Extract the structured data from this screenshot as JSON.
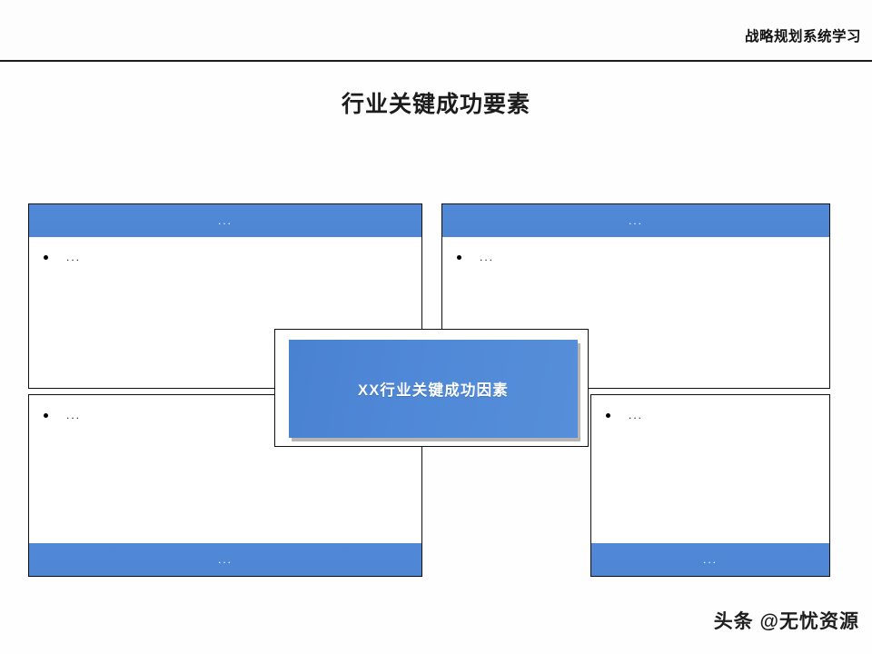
{
  "header": {
    "title": "战略规划系统学习"
  },
  "slide": {
    "title": "行业关键成功要素",
    "center_box": {
      "label": "XX行业关键成功因素",
      "fill_color": "#5089d7",
      "text_color": "#ffffff"
    },
    "panels": [
      {
        "id": "top-left",
        "bar_position": "top",
        "bar_label": "...",
        "bar_color": "#5189d8",
        "bullets": [
          "..."
        ]
      },
      {
        "id": "top-right",
        "bar_position": "top",
        "bar_label": "...",
        "bar_color": "#5189d8",
        "bullets": [
          "..."
        ]
      },
      {
        "id": "bottom-left",
        "bar_position": "bottom",
        "bar_label": "...",
        "bar_color": "#5189d8",
        "bullets": [
          "..."
        ]
      },
      {
        "id": "bottom-right",
        "bar_position": "bottom",
        "bar_label": "...",
        "bar_color": "#5189d8",
        "bullets": [
          "..."
        ]
      }
    ]
  },
  "watermark": {
    "text": "头条 @无忧资源"
  }
}
